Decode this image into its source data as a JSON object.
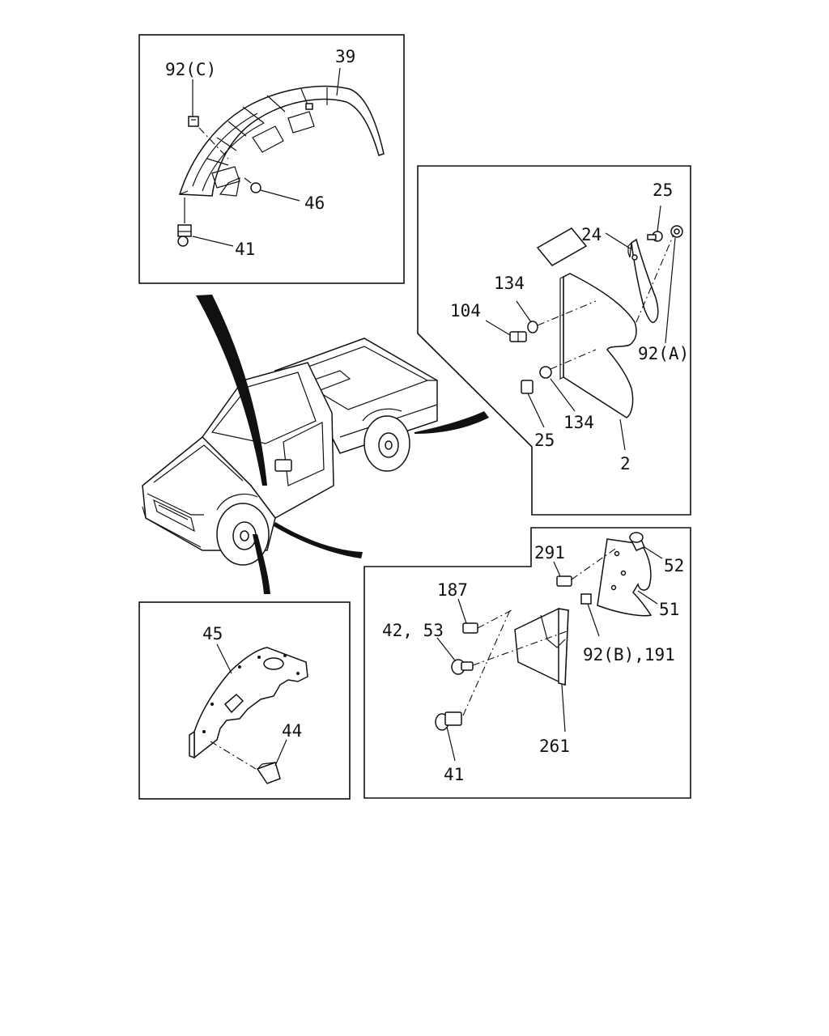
{
  "labels": {
    "p39": "39",
    "p92c": "92(C)",
    "p46": "46",
    "p41a": "41",
    "p25a": "25",
    "p24": "24",
    "p134a": "134",
    "p104": "104",
    "p92a": "92(A)",
    "p25b": "25",
    "p134b": "134",
    "p2": "2",
    "p291": "291",
    "p52": "52",
    "p187": "187",
    "p51": "51",
    "p4253": "42, 53",
    "p92b191": "92(B),191",
    "p261": "261",
    "p41b": "41",
    "p45": "45",
    "p44": "44"
  }
}
